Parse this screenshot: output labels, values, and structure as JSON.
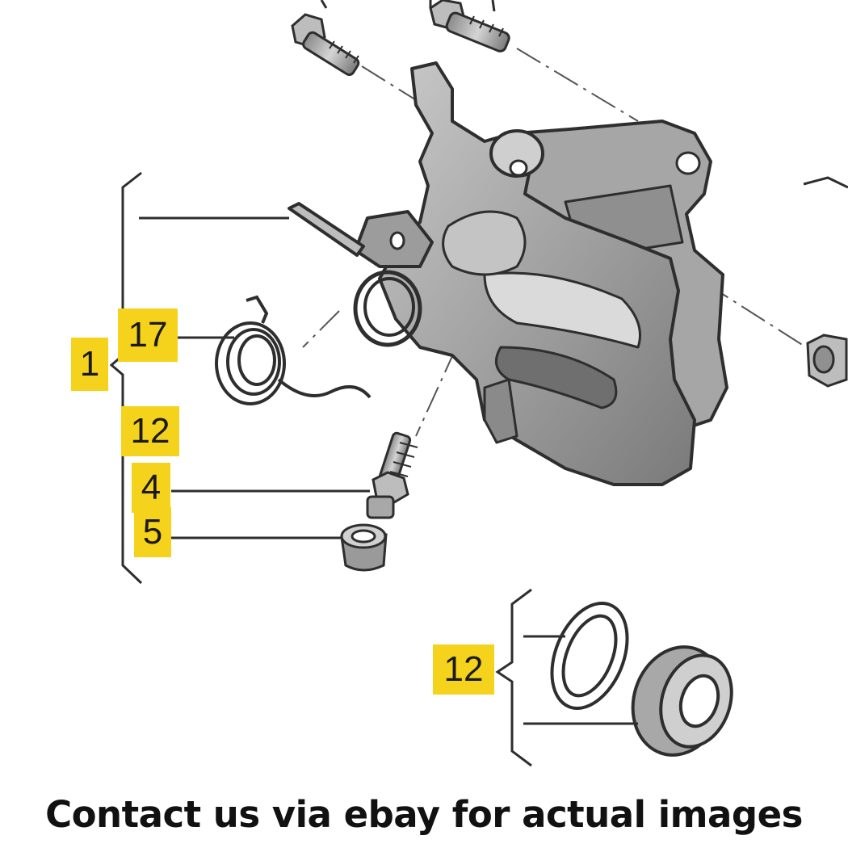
{
  "callouts": {
    "c1": "1",
    "c17": "17",
    "c12a": "12",
    "c4": "4",
    "c5": "5",
    "c12b": "12"
  },
  "footer_text": "Contact us via ebay for actual images",
  "colors": {
    "callout_bg": "#f5d21c",
    "part_fill": "#a9a9a9",
    "part_dark": "#7c7c7c",
    "part_light": "#d2d2d2",
    "outline": "#2e2e2e"
  }
}
